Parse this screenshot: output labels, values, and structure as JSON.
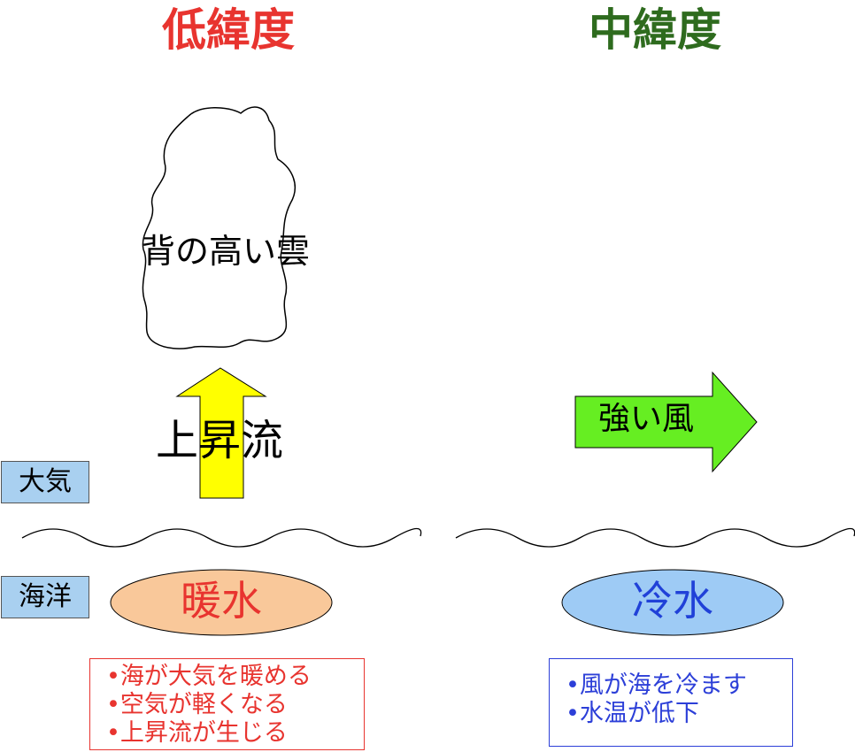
{
  "titles": {
    "low_latitude": "低緯度",
    "mid_latitude": "中緯度"
  },
  "low": {
    "cloud_label": "背の高い雲",
    "updraft_label": "上昇流",
    "water_label": "暖水",
    "notes": [
      "•海が大気を暖める",
      "•空気が軽くなる",
      "•上昇流が生じる"
    ]
  },
  "mid": {
    "wind_label": "強い風",
    "water_label": "冷水",
    "notes": [
      "•風が海を冷ます",
      "•水温が低下"
    ]
  },
  "layers": {
    "atmosphere": "大気",
    "ocean": "海洋"
  },
  "colors": {
    "low_title": "#e8342f",
    "mid_title": "#2e6b1e",
    "updraft_arrow": "#ffff00",
    "wind_arrow": "#66ee22",
    "warm_water": "#f9c89a",
    "cold_water": "#9ecbf5",
    "layer_label_bg": "#a9d0f0"
  }
}
